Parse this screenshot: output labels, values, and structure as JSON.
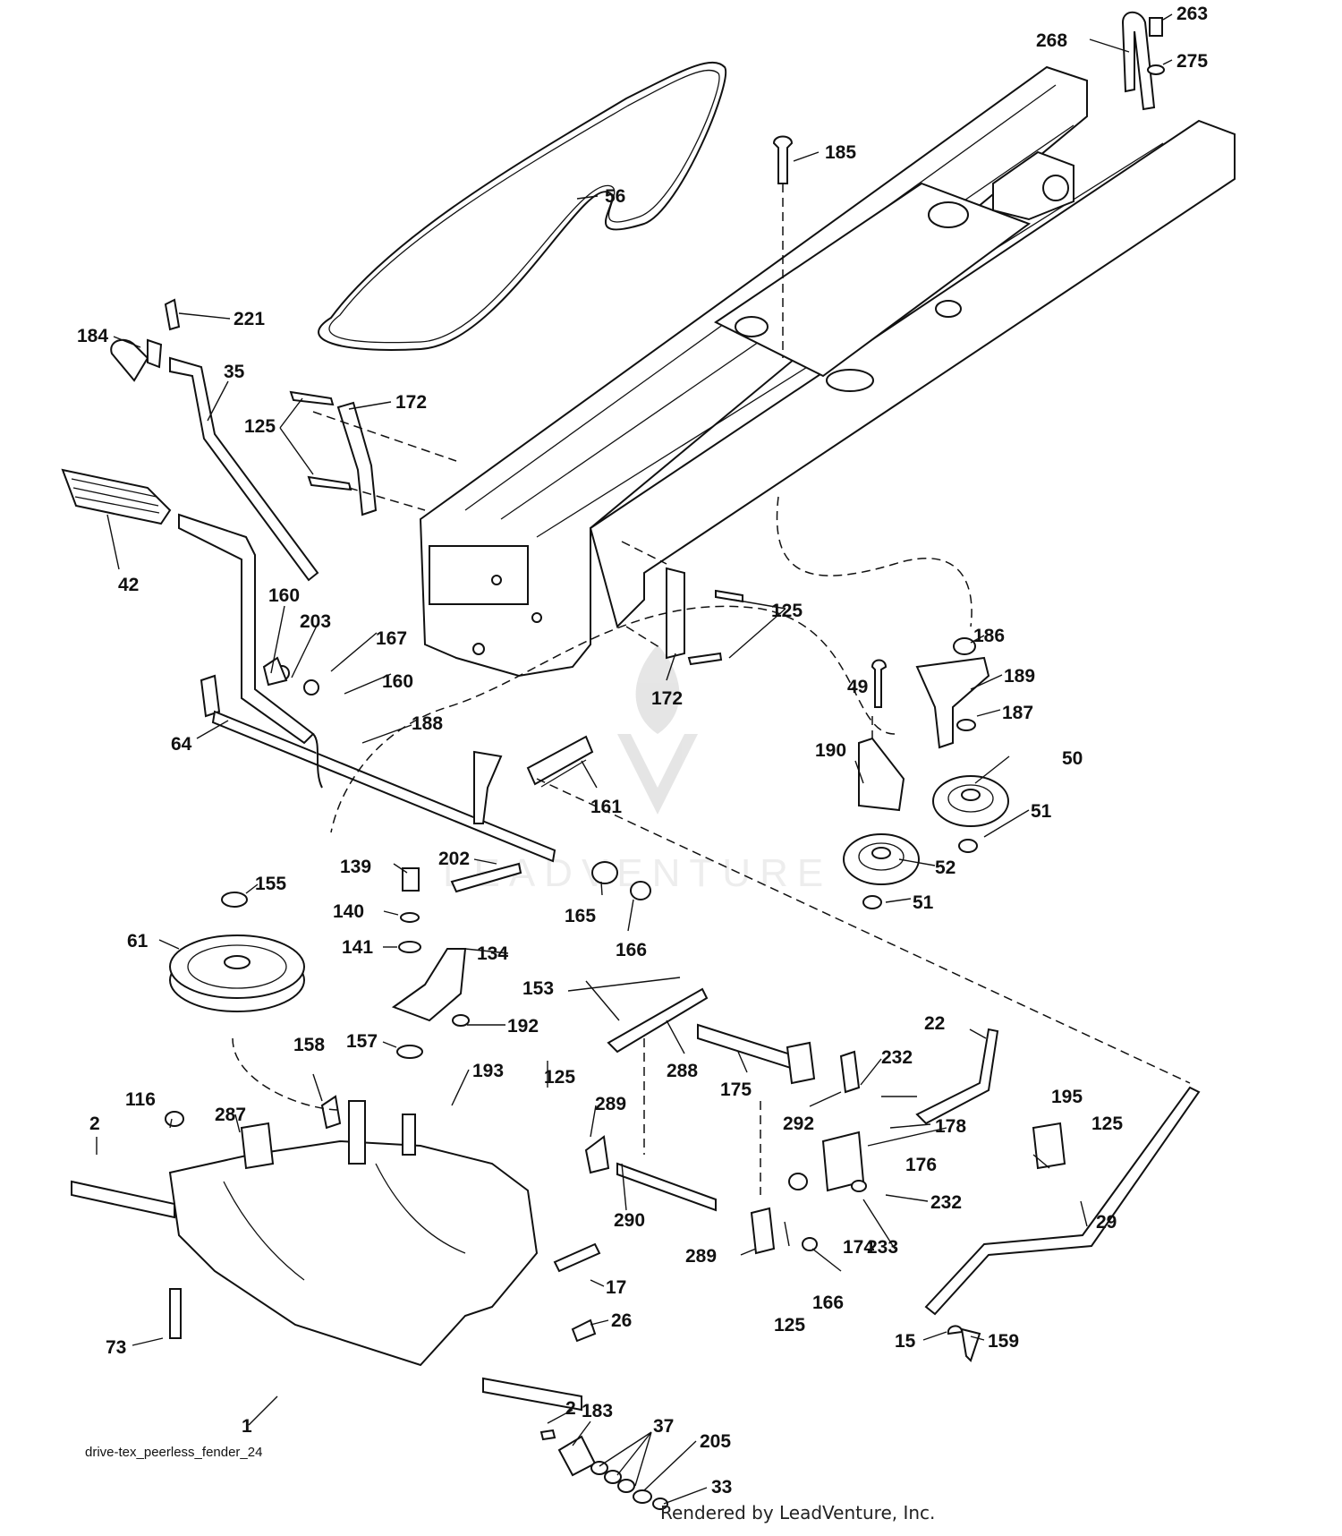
{
  "diagram_name": "drive-tex_peerless_fender_24",
  "watermark_text": "LEADVENTURE",
  "footer_text": "Rendered by LeadVenture, Inc.",
  "part_numbers": [
    "263",
    "268",
    "275",
    "185",
    "56",
    "221",
    "184",
    "35",
    "172",
    "125",
    "42",
    "160",
    "203",
    "167",
    "64",
    "188",
    "186",
    "49",
    "189",
    "187",
    "190",
    "50",
    "51",
    "52",
    "161",
    "139",
    "202",
    "155",
    "140",
    "61",
    "141",
    "134",
    "165",
    "166",
    "153",
    "192",
    "157",
    "158",
    "193",
    "288",
    "175",
    "22",
    "232",
    "116",
    "287",
    "2",
    "125",
    "289",
    "292",
    "178",
    "195",
    "176",
    "29",
    "290",
    "174",
    "233",
    "17",
    "26",
    "73",
    "1",
    "183",
    "37",
    "205",
    "33",
    "15",
    "159"
  ]
}
